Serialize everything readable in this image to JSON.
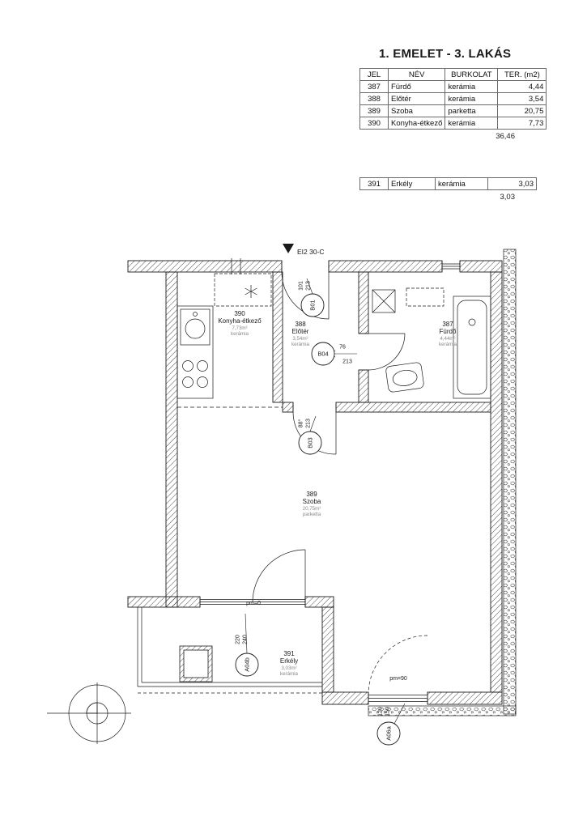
{
  "title": "1. EMELET - 3. LAKÁS",
  "room_table": {
    "headers": [
      "JEL",
      "NÉV",
      "BURKOLAT",
      "TER. (m2)"
    ],
    "rows": [
      {
        "jel": "387",
        "nev": "Fürdő",
        "burkolat": "kerámia",
        "ter": "4,44"
      },
      {
        "jel": "388",
        "nev": "Előtér",
        "burkolat": "kerámia",
        "ter": "3,54"
      },
      {
        "jel": "389",
        "nev": "Szoba",
        "burkolat": "parketta",
        "ter": "20,75"
      },
      {
        "jel": "390",
        "nev": "Konyha-étkező",
        "burkolat": "kerámia",
        "ter": "7,73"
      }
    ],
    "total": "36,46"
  },
  "balcony_table": {
    "rows": [
      {
        "jel": "391",
        "nev": "Erkély",
        "burkolat": "kerámia",
        "ter": "3,03"
      }
    ],
    "total": "3,03"
  },
  "plan": {
    "fire_rating_label": "EI2 30-C",
    "levels": {
      "balcony_door": "pm=0",
      "window": "pm=90"
    },
    "rooms": {
      "konyha": {
        "id": "390",
        "name": "Konyha-étkező",
        "area": "7,73m²",
        "floor": "kerámia"
      },
      "eloter": {
        "id": "388",
        "name": "Előtér",
        "area": "3,54m²",
        "floor": "kerámia"
      },
      "furdo": {
        "id": "387",
        "name": "Fürdő",
        "area": "4,44m²",
        "floor": "kerámia"
      },
      "szoba": {
        "id": "389",
        "name": "Szoba",
        "area": "20,75m²",
        "floor": "parketta"
      },
      "erkely": {
        "id": "391",
        "name": "Erkély",
        "area": "3,03m²",
        "floor": "kerámia"
      }
    },
    "doors": {
      "B01": {
        "id": "B01",
        "width": "101",
        "height": "213"
      },
      "B04": {
        "id": "B04",
        "width": "76",
        "height": "213"
      },
      "B03": {
        "id": "B03",
        "width": "88°",
        "height": "213"
      },
      "A04b": {
        "id": "A04b",
        "width": "220",
        "height": "240"
      },
      "A06a": {
        "id": "A06a",
        "width": "120",
        "height": "150"
      }
    }
  },
  "colors": {
    "line": "#1a1a1a",
    "muted_text": "#8a8a8a"
  }
}
